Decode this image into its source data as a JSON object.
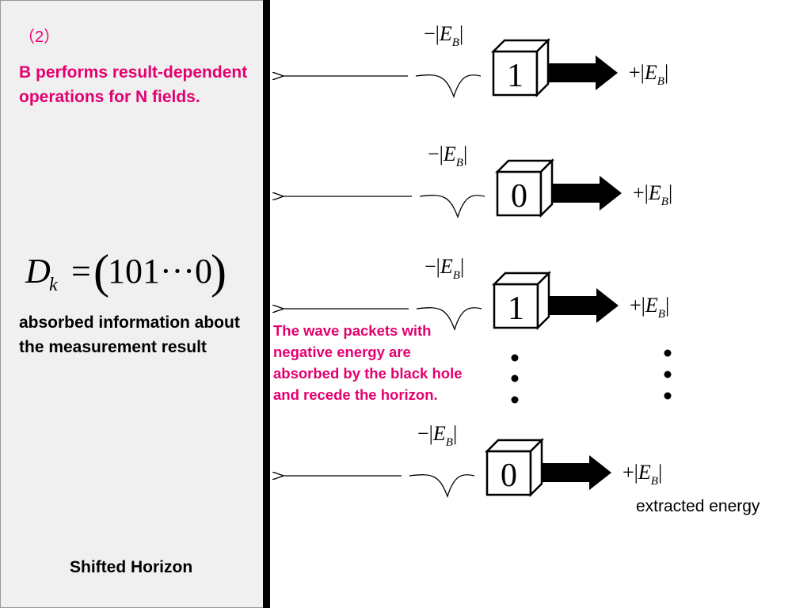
{
  "left_panel": {
    "step": "（2）",
    "heading": "B performs result-dependent operations for N fields.",
    "formula": {
      "symbol": "D",
      "subscript": "k",
      "equals": "=",
      "value": "101···0"
    },
    "absorbed_text": "absorbed information about the measurement result",
    "horizon_label": "Shifted Horizon"
  },
  "diagram": {
    "rows": [
      {
        "bit": "1",
        "negative_label": "−|E_B|",
        "positive_label": "+|E_B|"
      },
      {
        "bit": "0",
        "negative_label": "−|E_B|",
        "positive_label": "+|E_B|"
      },
      {
        "bit": "1",
        "negative_label": "−|E_B|",
        "positive_label": "+|E_B|"
      },
      {
        "bit": "0",
        "negative_label": "−|E_B|",
        "positive_label": "+|E_B|"
      }
    ],
    "energy_symbol": "E",
    "energy_subscript": "B",
    "packets_note": "The wave packets with negative energy are absorbed by the black hole and recede the horizon.",
    "extracted_label": "extracted energy"
  },
  "colors": {
    "accent": "#e4006f",
    "panel": "#f0f0f0",
    "divider": "#000000"
  }
}
